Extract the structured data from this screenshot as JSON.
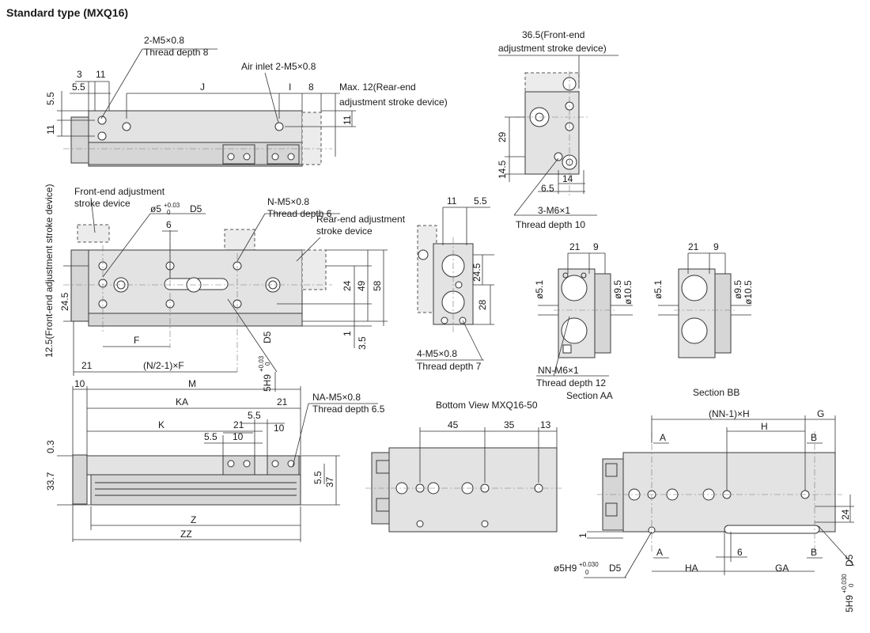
{
  "title": "Standard type (MXQ16)",
  "top_view": {
    "callout_thread": "2-M5×0.8",
    "callout_depth": "Thread depth 8",
    "air_inlet": "Air inlet 2-M5×0.8",
    "max_rear_1": "Max. 12(Rear-end",
    "max_rear_2": "adjustment stroke device)",
    "d3": "3",
    "d11a": "11",
    "d55": "5.5",
    "dJ": "J",
    "dI": "I",
    "d8": "8",
    "d55v": "5.5",
    "d11v": "11",
    "d11r": "11"
  },
  "front_view": {
    "front_adj_1": "Front-end adjustment",
    "front_adj_2": "stroke device",
    "bore": "ø5",
    "bore_tol_up": "+0.03",
    "bore_tol_low": "0",
    "bore_d5": "D5",
    "d6": "6",
    "n_thread": "N-M5×0.8",
    "n_depth": "Thread depth 6",
    "rear_adj_1": "Rear-end adjustment",
    "rear_adj_2": "stroke device",
    "d24": "24",
    "d49": "49",
    "d58": "58",
    "d1": "1",
    "d35": "3.5",
    "d245": "24.5",
    "dF": "F",
    "d21": "21",
    "dN": "(N/2-1)×F",
    "slot": "5H9",
    "slot_tol_up": "+0.03",
    "slot_tol_low": "0",
    "slot_d5": "D5",
    "side_note": "12.5(Front-end adjustment stroke device)"
  },
  "bottom_left_view": {
    "d10": "10",
    "dM": "M",
    "dKA": "KA",
    "d21": "21",
    "d55": "5.5",
    "na_thread": "NA-M5×0.8",
    "na_depth": "Thread depth 6.5",
    "dK": "K",
    "d21b": "21",
    "d55b": "5.5",
    "d10b": "10",
    "d10c": "10",
    "d03": "0.3",
    "d337": "33.7",
    "d55v": "5.5",
    "d37": "37",
    "dZ": "Z",
    "dZZ": "ZZ"
  },
  "end_view": {
    "d11": "11",
    "d55": "5.5",
    "d245": "24.5",
    "d28": "28",
    "m5_thread": "4-M5×0.8",
    "m5_depth": "Thread depth 7"
  },
  "right_end_view": {
    "front_adj_1": "36.5(Front-end",
    "front_adj_2": "adjustment stroke device)",
    "d29": "29",
    "d145": "14.5",
    "d65": "6.5",
    "d14": "14",
    "m6_thread": "3-M6×1",
    "m6_depth": "Thread depth 10"
  },
  "section_aa": {
    "d21": "21",
    "d9": "9",
    "d51": "ø5.1",
    "d95": "ø9.5",
    "d105": "ø10.5",
    "nn_thread": "NN-M6×1",
    "nn_depth": "Thread depth 12",
    "label": "Section AA"
  },
  "section_bb_top": {
    "d21": "21",
    "d9": "9",
    "d51": "ø5.1",
    "d95": "ø9.5",
    "d105": "ø10.5",
    "label": "Section BB"
  },
  "bottom_view": {
    "label": "Bottom View MXQ16-50",
    "d45": "45",
    "d35": "35",
    "d13": "13"
  },
  "section_bb": {
    "dNN": "(NN-1)×H",
    "dG": "G",
    "dH": "H",
    "dA": "A",
    "dB": "B",
    "dA2": "A",
    "dB2": "B",
    "d1": "1",
    "d24": "24",
    "d6": "6",
    "dHA": "HA",
    "dGA": "GA",
    "bore": "ø5H9",
    "bore_tol_up": "+0.030",
    "bore_tol_low": "0",
    "bore_d5": "D5",
    "slot": "5H9",
    "slot_tol_up": "+0.030",
    "slot_tol_low": "0",
    "slot_d5": "D5"
  }
}
